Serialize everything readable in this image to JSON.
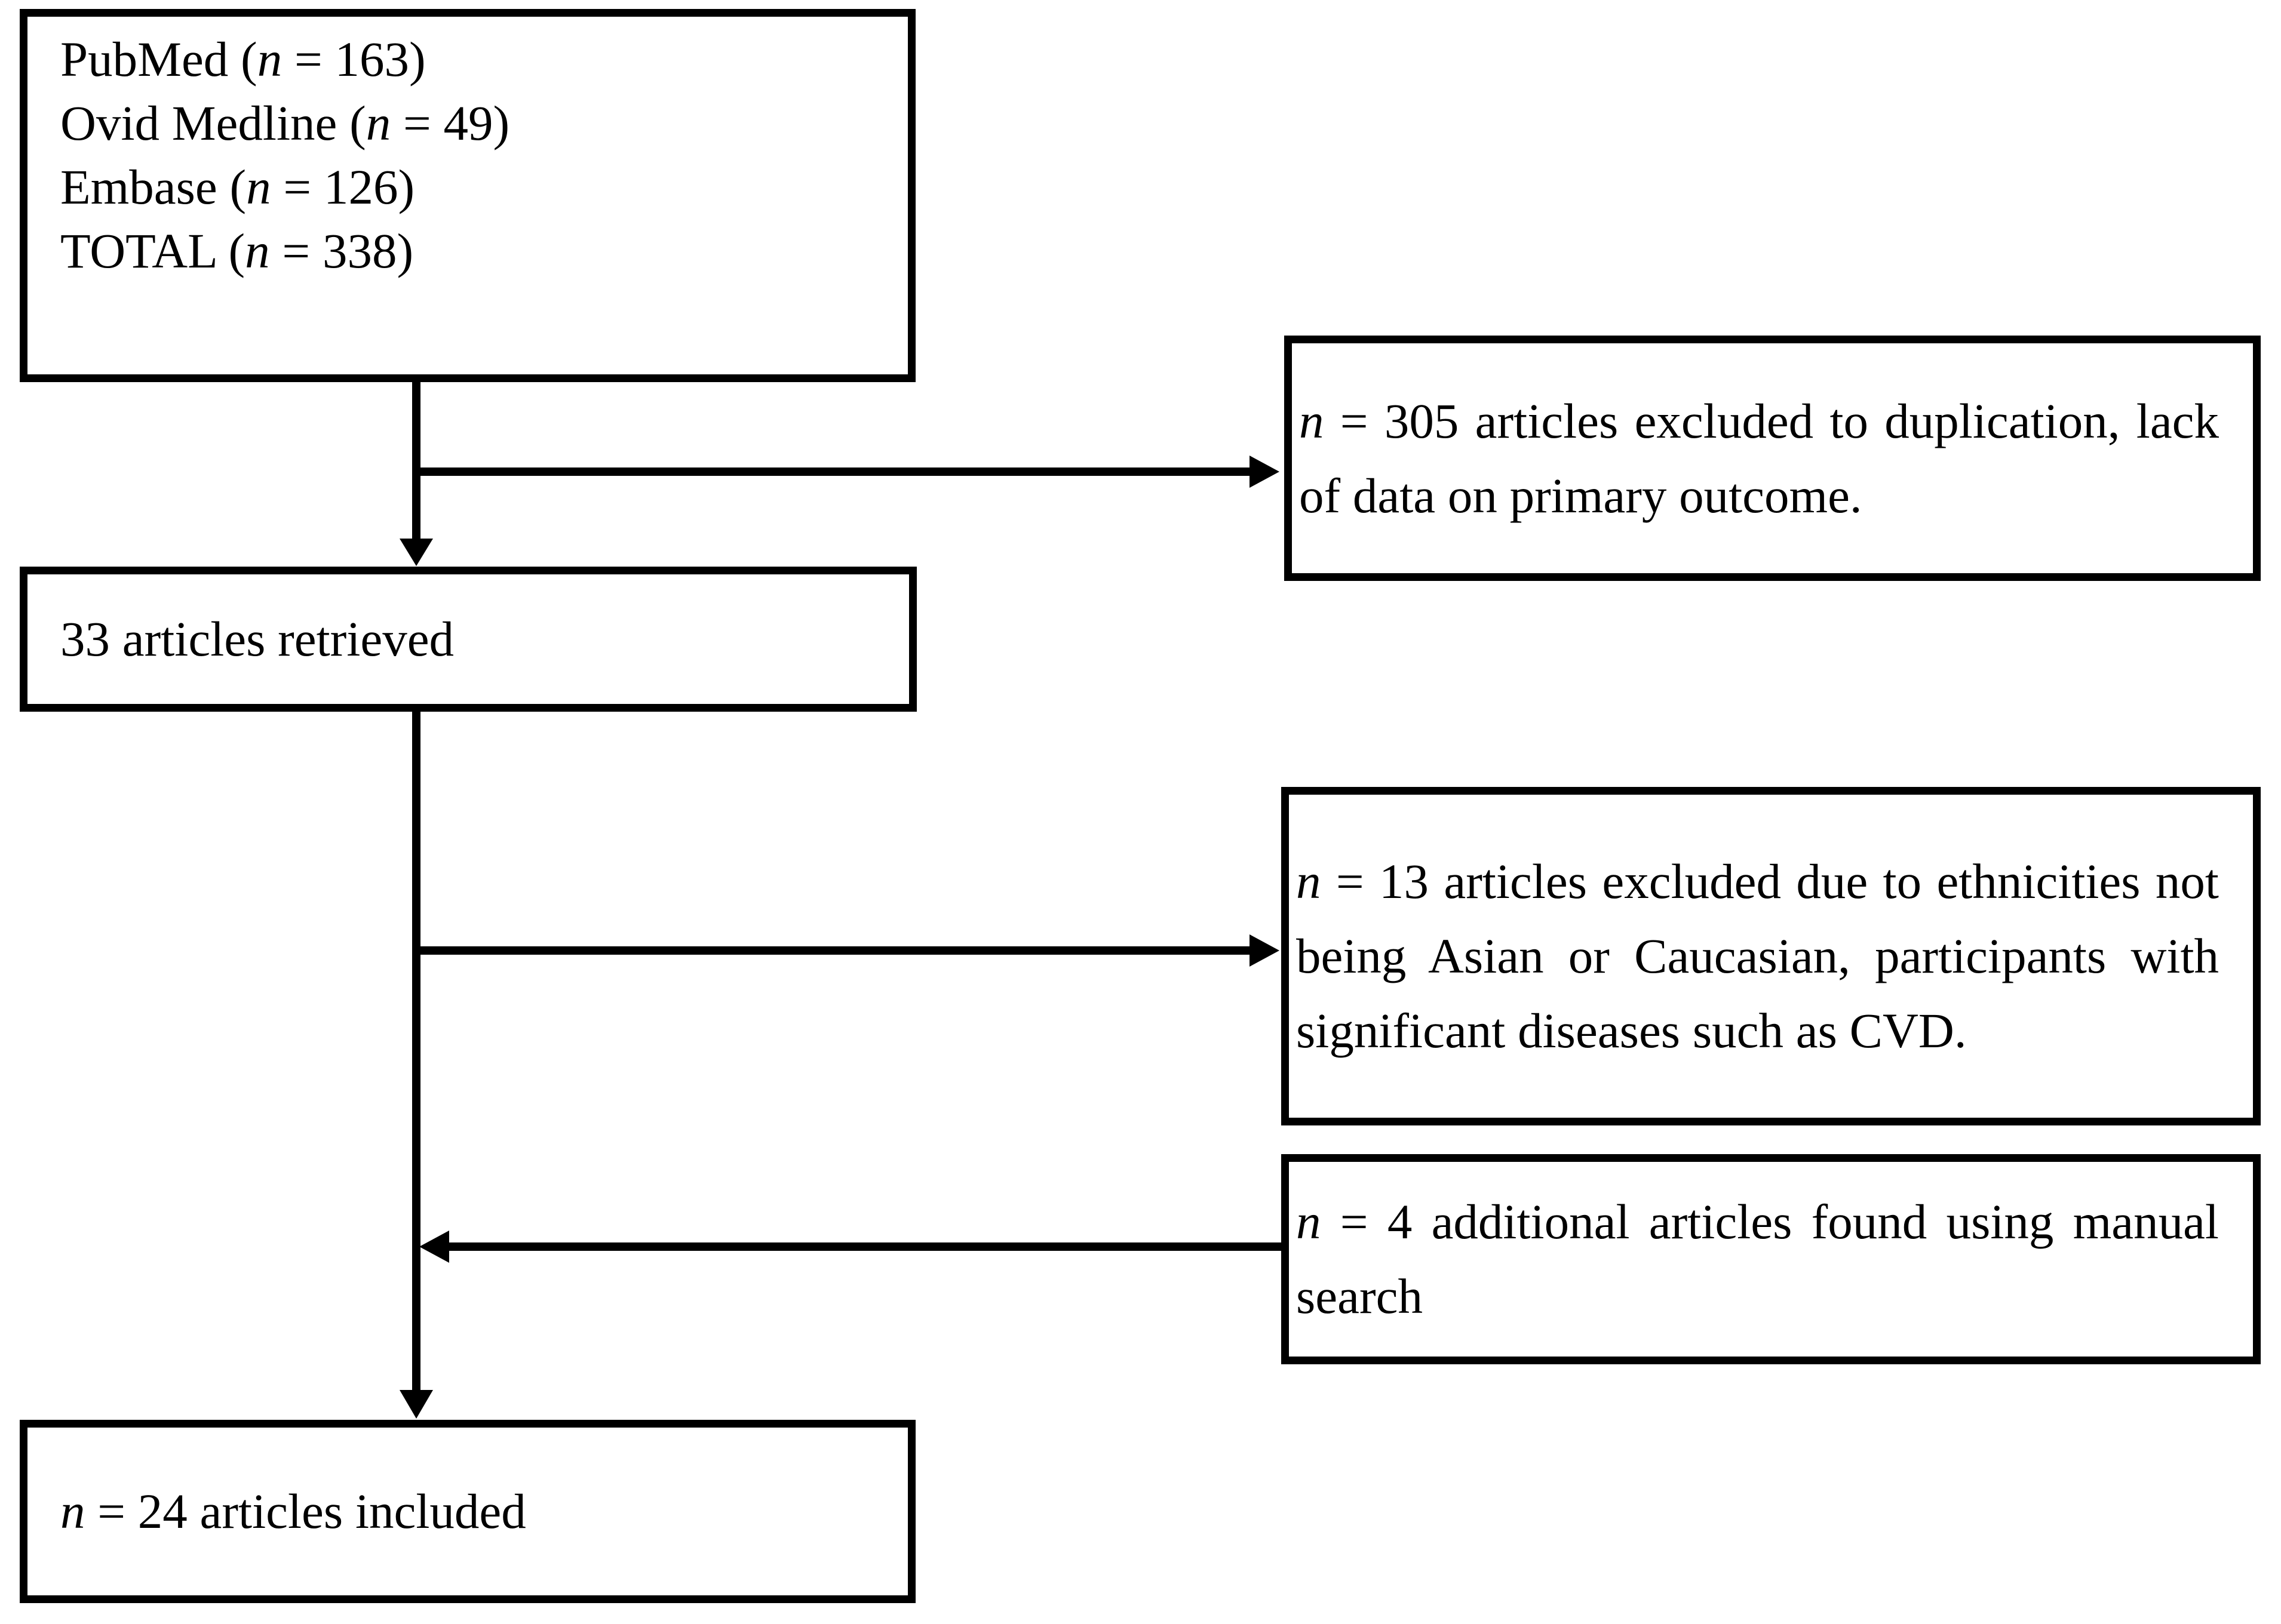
{
  "page": {
    "background": "#ffffff",
    "ink": "#000000"
  },
  "flowchart": {
    "boxes": {
      "sources": {
        "lines": [
          {
            "segments": [
              {
                "t": "PubMed ("
              },
              {
                "t": "n",
                "i": true
              },
              {
                "t": " = 163)"
              }
            ]
          },
          {
            "segments": [
              {
                "t": "Ovid Medline ("
              },
              {
                "t": "n",
                "i": true
              },
              {
                "t": " = 49)"
              }
            ]
          },
          {
            "segments": [
              {
                "t": "Embase ("
              },
              {
                "t": "n",
                "i": true
              },
              {
                "t": " = 126)"
              }
            ]
          },
          {
            "segments": [
              {
                "t": "TOTAL ("
              },
              {
                "t": "n",
                "i": true
              },
              {
                "t": " = 338)"
              }
            ]
          }
        ]
      },
      "retrieved": {
        "lines": [
          {
            "segments": [
              {
                "t": "33 articles retrieved"
              }
            ]
          }
        ]
      },
      "excluded_first": {
        "lines": [
          {
            "segments": [
              {
                "t": "n",
                "i": true
              },
              {
                "t": " = 305 articles excluded to duplication, lack"
              }
            ]
          },
          {
            "segments": [
              {
                "t": "of data on primary outcome."
              }
            ]
          }
        ]
      },
      "excluded_second": {
        "lines": [
          {
            "segments": [
              {
                "t": "n",
                "i": true
              },
              {
                "t": " = 13 articles excluded due to ethnicities not"
              }
            ]
          },
          {
            "segments": [
              {
                "t": "being Asian or Caucasian, participants with"
              }
            ]
          },
          {
            "segments": [
              {
                "t": "significant diseases such as CVD."
              }
            ]
          }
        ]
      },
      "manual_additions": {
        "lines": [
          {
            "segments": [
              {
                "t": "n",
                "i": true
              },
              {
                "t": " = 4 additional articles found using manual"
              }
            ]
          },
          {
            "segments": [
              {
                "t": "search"
              }
            ]
          }
        ]
      },
      "included": {
        "lines": [
          {
            "segments": [
              {
                "t": "n",
                "i": true
              },
              {
                "t": " = 24 articles included"
              }
            ]
          }
        ]
      }
    },
    "arrows": [
      {
        "name": "sources-to-retrieved",
        "direction": "down"
      },
      {
        "name": "flow-to-excluded-first",
        "direction": "right"
      },
      {
        "name": "retrieved-to-included",
        "direction": "down"
      },
      {
        "name": "flow-to-excluded-second",
        "direction": "right"
      },
      {
        "name": "manual-additions-to-flow",
        "direction": "left"
      }
    ]
  }
}
